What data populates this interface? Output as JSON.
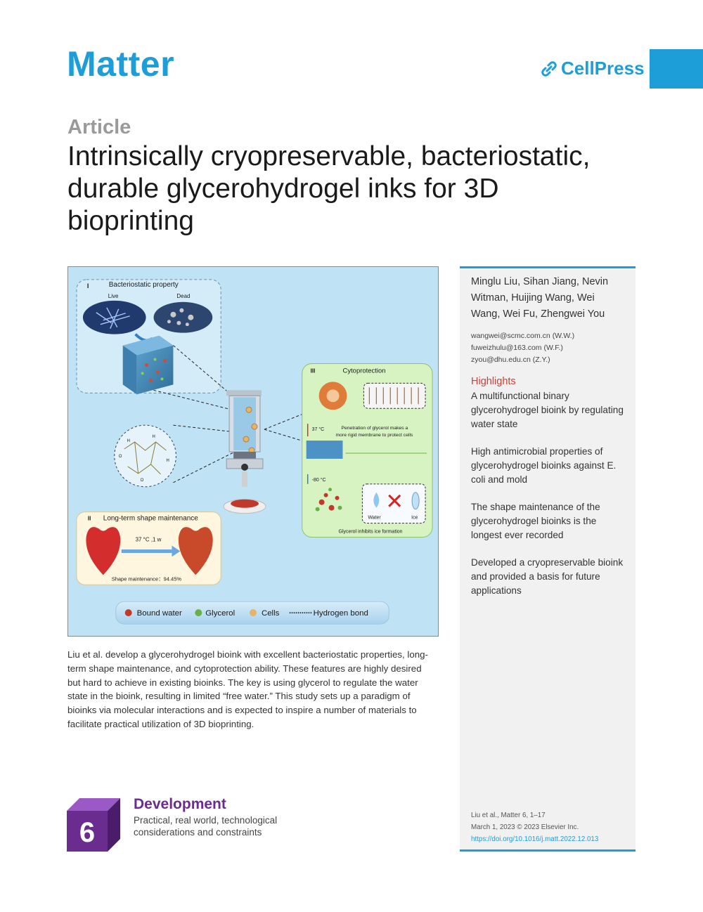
{
  "header": {
    "journal": "Matter",
    "publisher": "CellPress",
    "accent_color": "#1d9ed8"
  },
  "article": {
    "type": "Article",
    "title": "Intrinsically cryopreservable, bacteriostatic, durable glycerohydrogel inks for 3D bioprinting"
  },
  "graphical_abstract": {
    "panel_1_numeral": "I",
    "panel_1_title": "Bacteriostatic property",
    "live": "Live",
    "dead": "Dead",
    "panel_2_numeral": "II",
    "panel_2_title": "Long-term shape maintenance",
    "condition": "37 °C ,1 w",
    "shape_maintenance": "Shape maintenance：94.45%",
    "panel_3_numeral": "III",
    "panel_3_title": "Cytoprotection",
    "temp_high": "37 °C",
    "temp_low": "-80 °C",
    "penetration_line1": "Penetration of glycerol makes a",
    "penetration_line2": "more rigid membrane to protect cells",
    "water": "Water",
    "ice": "Ice",
    "ice_inhibit": "Glycerol inhibits ice formation",
    "legend": {
      "bound_water": "Bound water",
      "glycerol": "Glycerol",
      "cells": "Cells",
      "hydrogen_bond": "Hydrogen bond"
    }
  },
  "summary": "Liu et al. develop a glycerohydrogel bioink with excellent bacteriostatic properties, long-term shape maintenance, and cytoprotection ability. These features are highly desired but hard to achieve in existing bioinks. The key is using glycerol to regulate the water state in the bioink, resulting in limited “free water.” This study sets up a paradigm of bioinks via molecular interactions and is expected to inspire a number of materials to facilitate practical utilization of 3D bioprinting.",
  "sidebar": {
    "authors": "Minglu Liu, Sihan Jiang, Nevin Witman, Huijing Wang, Wei Wang, Wei Fu, Zhengwei You",
    "emails": [
      "wangwei@scmc.com.cn (W.W.)",
      "fuweizhulu@163.com (W.F.)",
      "zyou@dhu.edu.cn (Z.Y.)"
    ],
    "highlights_heading": "Highlights",
    "highlights": [
      "A multifunctional binary glycerohydrogel bioink by regulating water state",
      "High antimicrobial properties of glycerohydrogel bioinks against E. coli and mold",
      "The shape maintenance of the glycerohydrogel bioinks is the longest ever recorded",
      "Developed a cryopreservable bioink and provided a basis for future applications"
    ],
    "citation": "Liu et al., Matter 6, 1–17",
    "date": "March 1, 2023 © 2023 Elsevier Inc.",
    "doi": "https://doi.org/10.1016/j.matt.2022.12.013"
  },
  "development": {
    "number": "6",
    "title": "Development",
    "subtitle": "Practical, real world, technological considerations and constraints",
    "color": "#6a2c8e"
  }
}
